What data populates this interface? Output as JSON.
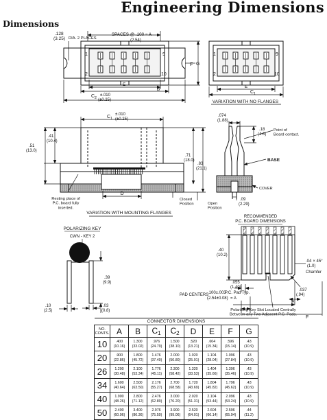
{
  "header": {
    "title": "Engineering Dimensions",
    "section": "Dimensions"
  },
  "top_drawing": {
    "dia_dim": ".128",
    "dia_dim_mm": "(3.25)",
    "dia_label": "DIA. 2 PLACES",
    "spaces_label": "SPACES @ .100 = A",
    "spaces_mm": "(2.54)",
    "pin_1": "1",
    "pin_2": "2",
    "pin_9": "9",
    "pin_10": "10",
    "dim_e": "E",
    "dim_b": "B",
    "dim_c2": "C",
    "dim_c2_tol": "±.010",
    "dim_c2_tol_mm": "(±0.25)",
    "dim_g": "G",
    "dim_f": "F",
    "dim_c1": "C",
    "caption_no_flanges": "VARIATION WITH NO FLANGES"
  },
  "mid_drawing": {
    "c1_tol": "±.010",
    "c1_tol_mm": "(±0.25)",
    "dim_41": ".41",
    "dim_41_mm": "(10.4)",
    "dim_51": ".51",
    "dim_51_mm": "(13.0)",
    "dim_71": ".71",
    "dim_71_mm": "(18.0)",
    "dim_83": ".83",
    "dim_83_mm": "(21.1)",
    "dim_d": "D",
    "resting_note": "Resting place of\nP.C. board fully\ninserted.",
    "closed_label": "Closed\nPosition",
    "open_label": "Open\nPosition",
    "caption_mounting": "VARIATION WITH MOUNTING FLANGES",
    "dim_074": ".074",
    "dim_074_mm": "(1.88)",
    "dim_18": ".18",
    "dim_18_mm": "(4.6)",
    "point_contact": "Point of\nBoard contact.",
    "base_label": "BASE",
    "cover_label": "COVER",
    "dim_09": ".09",
    "dim_09_mm": "(2.29)"
  },
  "polarizing_key": {
    "title": "POLARIZING KEY",
    "subtitle": "CWN - KEY 2",
    "dim_39": ".39",
    "dim_39_mm": "(9.9)",
    "dim_10": ".10",
    "dim_10_mm": "(2.5)",
    "dim_03": ".03",
    "dim_03_mm": "(0.8)"
  },
  "pcb_layout": {
    "title": "RECOMMENDED\nP.C. BOARD DIMENSIONS",
    "dim_40": ".40",
    "dim_40_mm": "(10.2)",
    "dim_055": ".055",
    "dim_055_mm": "(1.40)",
    "pad_typ": "P.C. Pad Typ.",
    "dim_04": ".04",
    "dim_04_mm": "(1.0)",
    "chamfer_angle": "× 45°",
    "chamfer": "Chamfer",
    "dim_037": ".037",
    "dim_037_mm": "(.94)",
    "pad_centers": "PAD CENTERS",
    "pad_centers_val": ".100±.003",
    "pad_centers_mm": "(2.54±0.08)",
    "pad_centers_eq": "= A",
    "dim_e": "E",
    "dim_f": "F",
    "key_note": "Polarizing Key Slot Located Centrally\nBetween any Two Adjacent P.C. Pads."
  },
  "table": {
    "caption": "CONNECTOR DIMENSIONS",
    "header_no": "NO.",
    "header_conts": "CONTS.",
    "headers": [
      "A",
      "B",
      "C",
      "C",
      "D",
      "E",
      "F",
      "G"
    ],
    "header_subs": [
      "",
      "",
      "1",
      "2",
      "",
      "",
      "",
      ""
    ],
    "rows": [
      {
        "conts": "10",
        "vals": [
          [
            ".400",
            "(10.16)"
          ],
          [
            "1.300",
            "(33.02)"
          ],
          [
            ".976",
            "(24.79)"
          ],
          [
            "1.500",
            "(38.10)"
          ],
          [
            ".520",
            "(13.21)"
          ],
          [
            ".604",
            "(15.34)"
          ],
          [
            ".596",
            "(15.14)"
          ],
          [
            ".43",
            "(10.9)"
          ]
        ]
      },
      {
        "conts": "20",
        "vals": [
          [
            ".900",
            "(22.86)"
          ],
          [
            "1.800",
            "(45.72)"
          ],
          [
            "1.476",
            "(37.49)"
          ],
          [
            "2.000",
            "(50.80)"
          ],
          [
            "1.020",
            "(25.91)"
          ],
          [
            "1.104",
            "(28.04)"
          ],
          [
            "1.096",
            "(27.84)"
          ],
          [
            ".43",
            "(10.9)"
          ]
        ]
      },
      {
        "conts": "26",
        "vals": [
          [
            "1.200",
            "(30.48)"
          ],
          [
            "2.100",
            "(53.34)"
          ],
          [
            "1.776",
            "(45.11)"
          ],
          [
            "2.300",
            "(58.42)"
          ],
          [
            "1.320",
            "(33.53)"
          ],
          [
            "1.404",
            "(35.66)"
          ],
          [
            "1.396",
            "(35.46)"
          ],
          [
            ".43",
            "(10.9)"
          ]
        ]
      },
      {
        "conts": "34",
        "vals": [
          [
            "1.600",
            "(40.64)"
          ],
          [
            "2.500",
            "(63.50)"
          ],
          [
            "2.176",
            "(55.27)"
          ],
          [
            "2.700",
            "(68.58)"
          ],
          [
            "1.720",
            "(43.69)"
          ],
          [
            "1.804",
            "(45.82)"
          ],
          [
            "1.796",
            "(45.62)"
          ],
          [
            ".43",
            "(10.9)"
          ]
        ]
      },
      {
        "conts": "40",
        "vals": [
          [
            "1.900",
            "(48.26)"
          ],
          [
            "2.800",
            "(71.12)"
          ],
          [
            "2.476",
            "(62.89)"
          ],
          [
            "3.000",
            "(76.20)"
          ],
          [
            "2.020",
            "(51.31)"
          ],
          [
            "2.104",
            "(53.44)"
          ],
          [
            "2.096",
            "(53.24)"
          ],
          [
            ".43",
            "(10.9)"
          ]
        ]
      },
      {
        "conts": "50",
        "vals": [
          [
            "2.400",
            "(60.96)"
          ],
          [
            "3.400",
            "(86.36)"
          ],
          [
            "2.976",
            "(75.59)"
          ],
          [
            "3.900",
            "(99.06)"
          ],
          [
            "2.520",
            "(64.01)"
          ],
          [
            "2.604",
            "(66.14)"
          ],
          [
            "2.596",
            "(65.94)"
          ],
          [
            ".44",
            "(11.2)"
          ]
        ]
      }
    ]
  }
}
